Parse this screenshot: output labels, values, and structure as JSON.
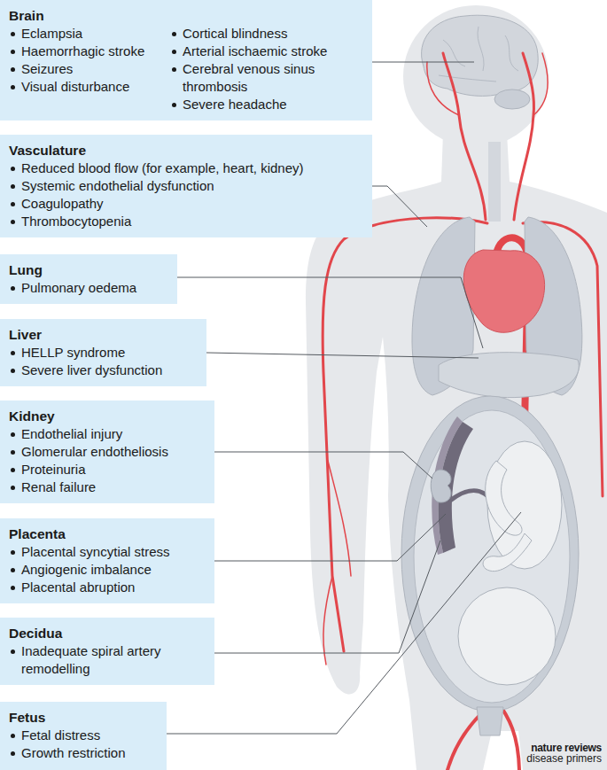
{
  "diagram": {
    "nodes": [
      {
        "text": [
          "Brain",
          "Eclampsia",
          "Haemorrhagic stroke",
          "Seizures",
          "Visual disturbance",
          "Cortical blindness",
          "Arterial ischaemic stroke",
          "Cerebral venous sinus thrombosis",
          "Severe headache"
        ]
      },
      {
        "text": [
          "Vasculature",
          "Reduced blood flow (for example, heart, kidney)",
          "Systemic endothelial dysfunction",
          "Coagulopathy",
          "Thrombocytopenia"
        ]
      },
      {
        "text": [
          "Lung",
          "Pulmonary oedema"
        ]
      },
      {
        "text": [
          "Liver",
          "HELLP syndrome",
          "Severe liver dysfunction"
        ]
      },
      {
        "text": [
          "Kidney",
          "Endothelial injury",
          "Glomerular endotheliosis",
          "Proteinuria",
          "Renal failure"
        ]
      },
      {
        "text": [
          "Placenta",
          "Placental syncytial stress",
          "Angiogenic imbalance",
          "Placental abruption"
        ]
      },
      {
        "text": [
          "Decidua",
          "Inadequate spiral artery remodelling"
        ]
      },
      {
        "text": [
          "Fetus",
          "Fetal distress",
          "Growth restriction"
        ]
      }
    ],
    "labels": [
      "nature reviews",
      "disease primers"
    ]
  }
}
